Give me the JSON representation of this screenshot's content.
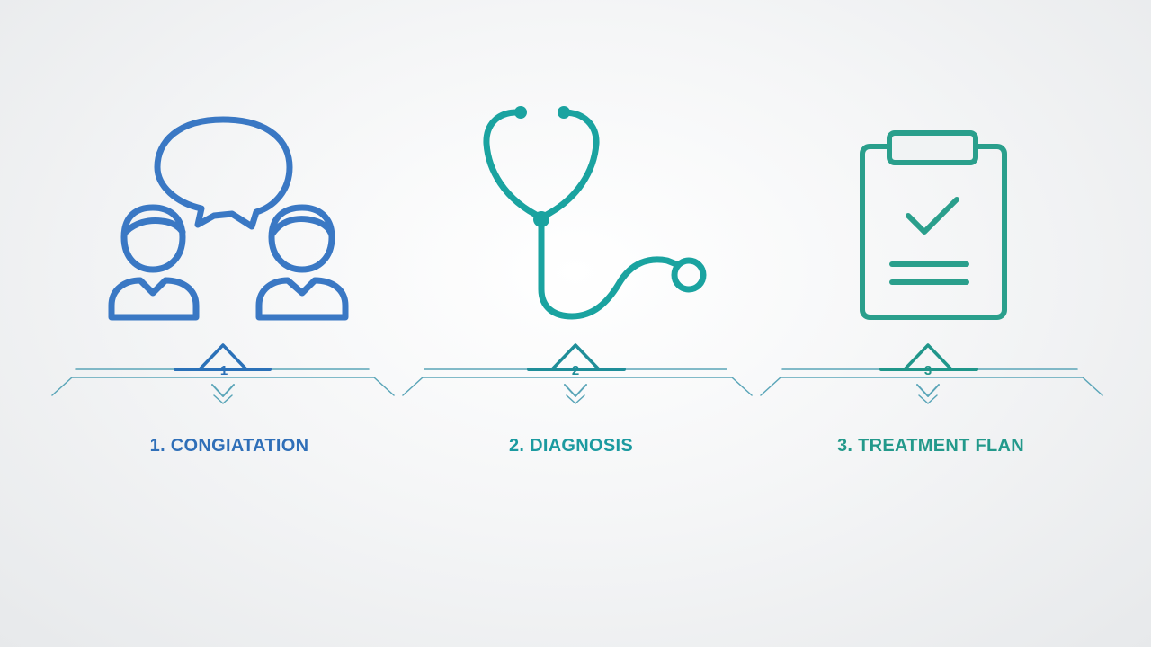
{
  "colors": {
    "consultation": "#3a78c4",
    "diagnosis": "#1aa3a0",
    "treatment": "#2a9f8c",
    "connector": "#5aa5b8"
  },
  "steps": [
    {
      "label": "1. CONGIATATION",
      "icon": "people-speech-bubble-icon"
    },
    {
      "label": "2. DIAGNOSIS",
      "icon": "stethoscope-icon"
    },
    {
      "label": "3. TREATMENT FLAN",
      "icon": "clipboard-check-icon"
    }
  ],
  "markers": [
    {
      "glyph": "1"
    },
    {
      "glyph": "2"
    },
    {
      "glyph": "3"
    }
  ]
}
